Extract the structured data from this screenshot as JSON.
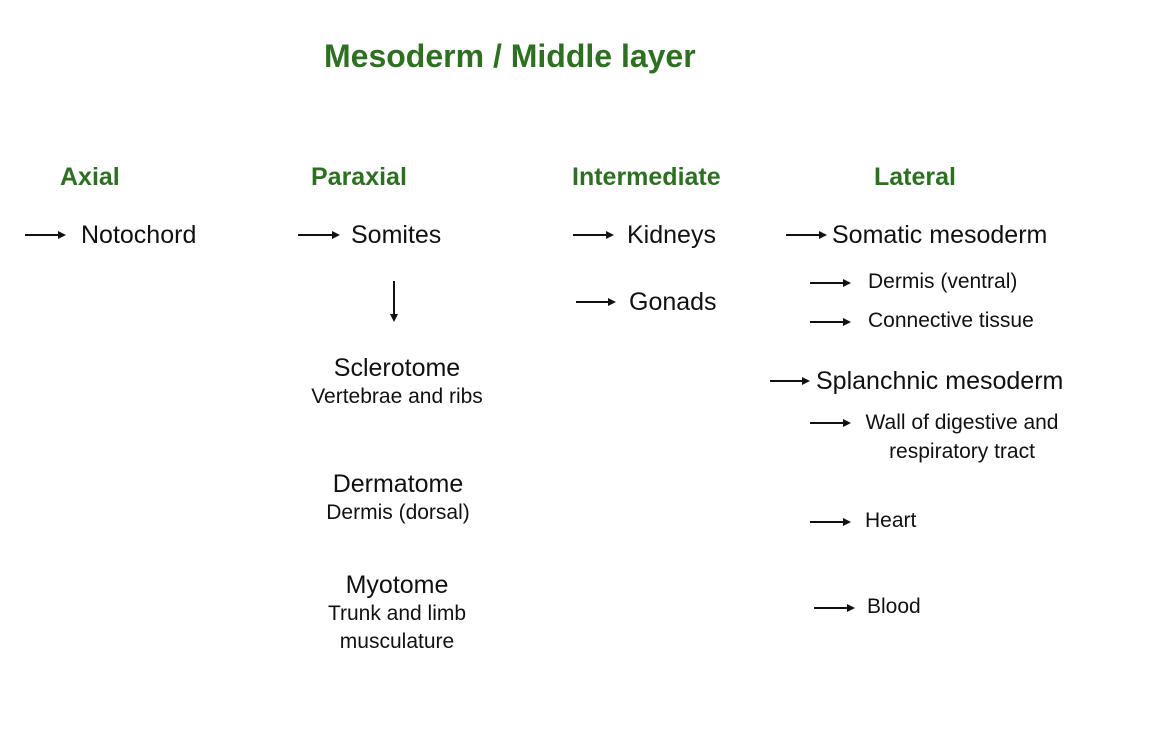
{
  "title": "Mesoderm / Middle layer",
  "colors": {
    "heading": "#2e7022",
    "text": "#111111",
    "background": "#ffffff"
  },
  "columns": {
    "axial": {
      "heading": "Axial",
      "items": [
        "Notochord"
      ]
    },
    "paraxial": {
      "heading": "Paraxial",
      "root": "Somites",
      "parts": [
        {
          "name": "Sclerotome",
          "detail": "Vertebrae and ribs"
        },
        {
          "name": "Dermatome",
          "detail": "Dermis (dorsal)"
        },
        {
          "name": "Myotome",
          "detail_line1": "Trunk and limb",
          "detail_line2": "musculature"
        }
      ]
    },
    "intermediate": {
      "heading": "Intermediate",
      "items": [
        "Kidneys",
        "Gonads"
      ]
    },
    "lateral": {
      "heading": "Lateral",
      "somatic": {
        "label": "Somatic mesoderm",
        "children": [
          "Dermis (ventral)",
          "Connective tissue"
        ]
      },
      "splanchnic": {
        "label": "Splanchnic mesoderm",
        "children": [
          {
            "line1": "Wall of digestive and",
            "line2": "respiratory tract"
          },
          "Heart",
          "Blood"
        ]
      }
    }
  }
}
